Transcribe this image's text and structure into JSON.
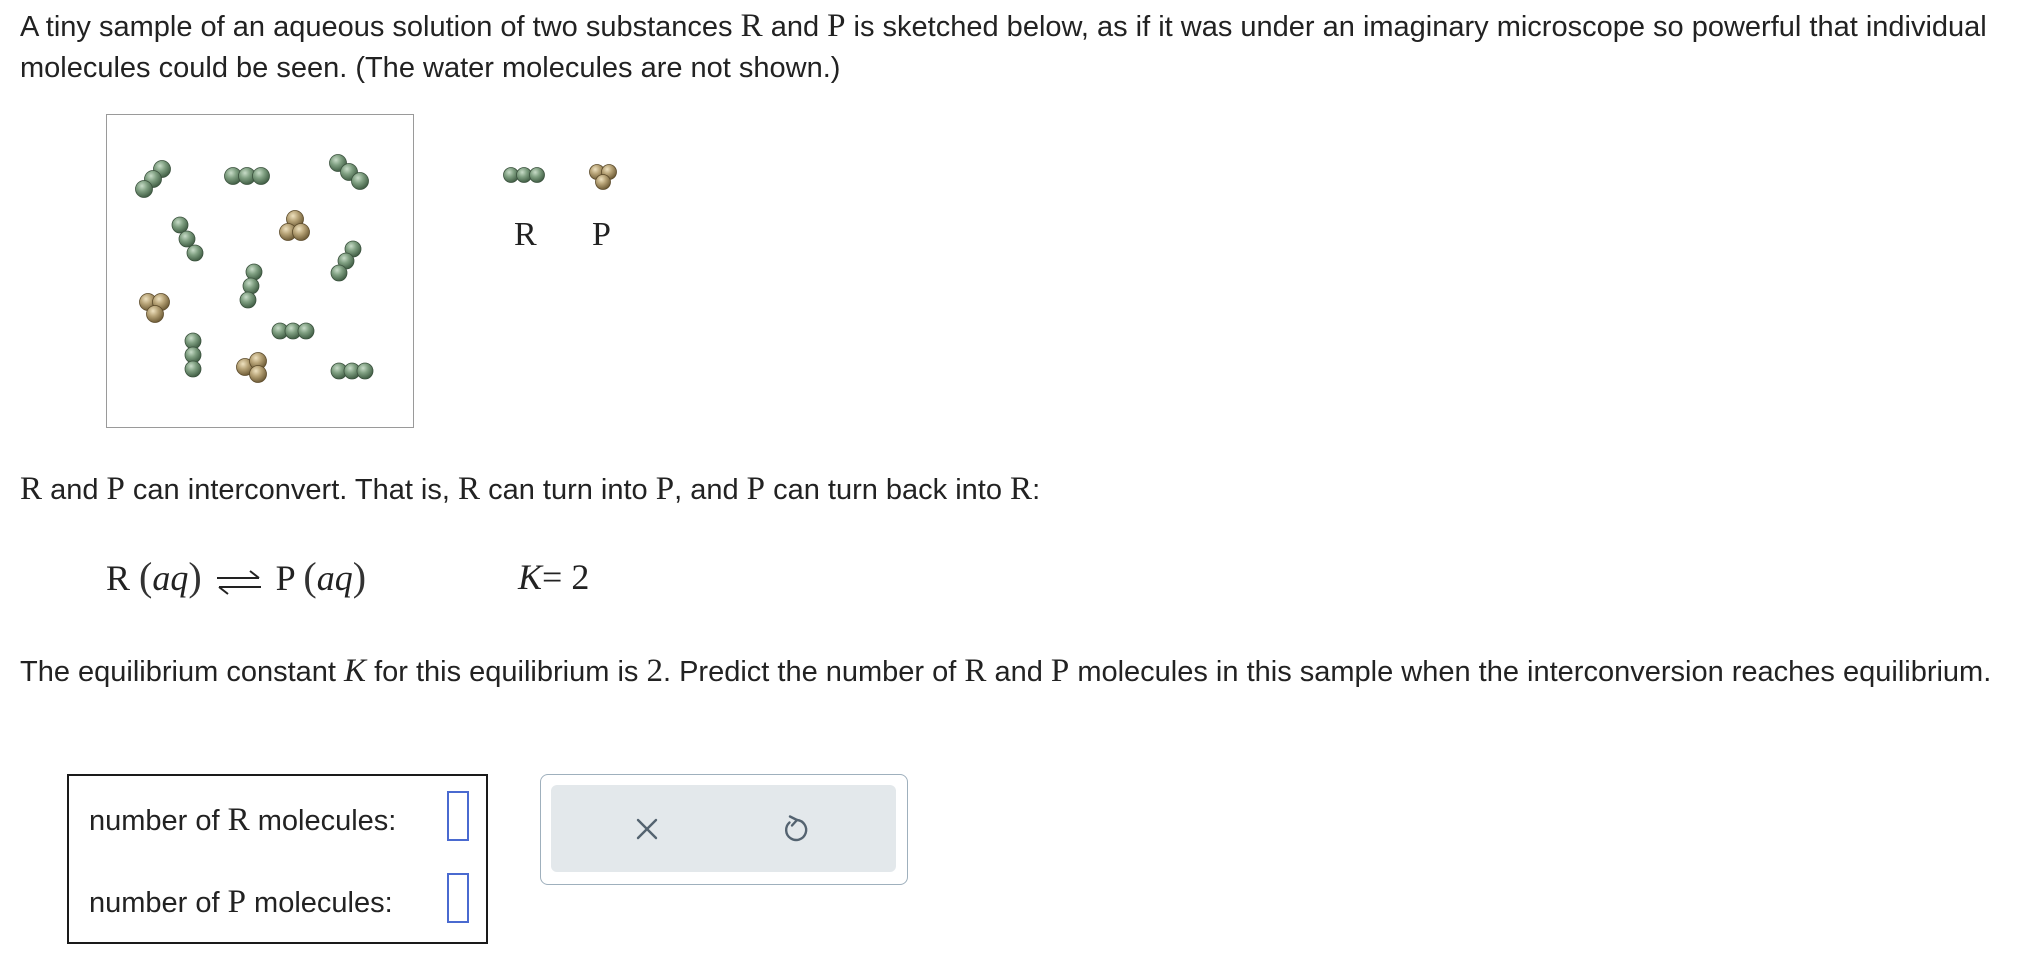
{
  "intro": {
    "t1": "A tiny sample of an aqueous solution of two substances ",
    "r": "R",
    "t2": " and ",
    "p": "P",
    "t3": " is sketched below, as if it was under an imaginary microscope so powerful that individual molecules could be seen. (The water molecules are not shown.)"
  },
  "legend": {
    "r_label": "R",
    "p_label": "P"
  },
  "interconvert": {
    "r1": "R",
    "t1": " and ",
    "p1": "P",
    "t2": " can interconvert. That is, ",
    "r2": "R",
    "t3": " can turn into ",
    "p2": "P",
    "t4": ", and ",
    "p3": "P",
    "t5": " can turn back into ",
    "r3": "R",
    "t6": ":"
  },
  "equation": {
    "left_species": "R",
    "left_phase": "aq",
    "right_species": "P",
    "right_phase": "aq",
    "k_symbol": "K",
    "k_equals": "= 2"
  },
  "question": {
    "t1": "The equilibrium constant ",
    "k": "K",
    "t2": " for this equilibrium is ",
    "val": "2",
    "t3": ". Predict the number of ",
    "r": "R",
    "t4": " and ",
    "p": "P",
    "t5": " molecules in this sample when the interconversion reaches equilibrium."
  },
  "answer": {
    "r_prefix": "number of ",
    "r_symbol": "R",
    "r_suffix": " molecules:",
    "r_value": "",
    "p_prefix": "number of ",
    "p_symbol": "P",
    "p_suffix": " molecules:",
    "p_value": ""
  },
  "tools": {
    "clear_icon": "x-icon",
    "undo_icon": "undo-icon"
  },
  "colors": {
    "r_molecule": "#7a9a7c",
    "p_molecule": "#b3a075",
    "input_border": "#4a6ad0",
    "tool_bg": "#e3e8eb"
  }
}
